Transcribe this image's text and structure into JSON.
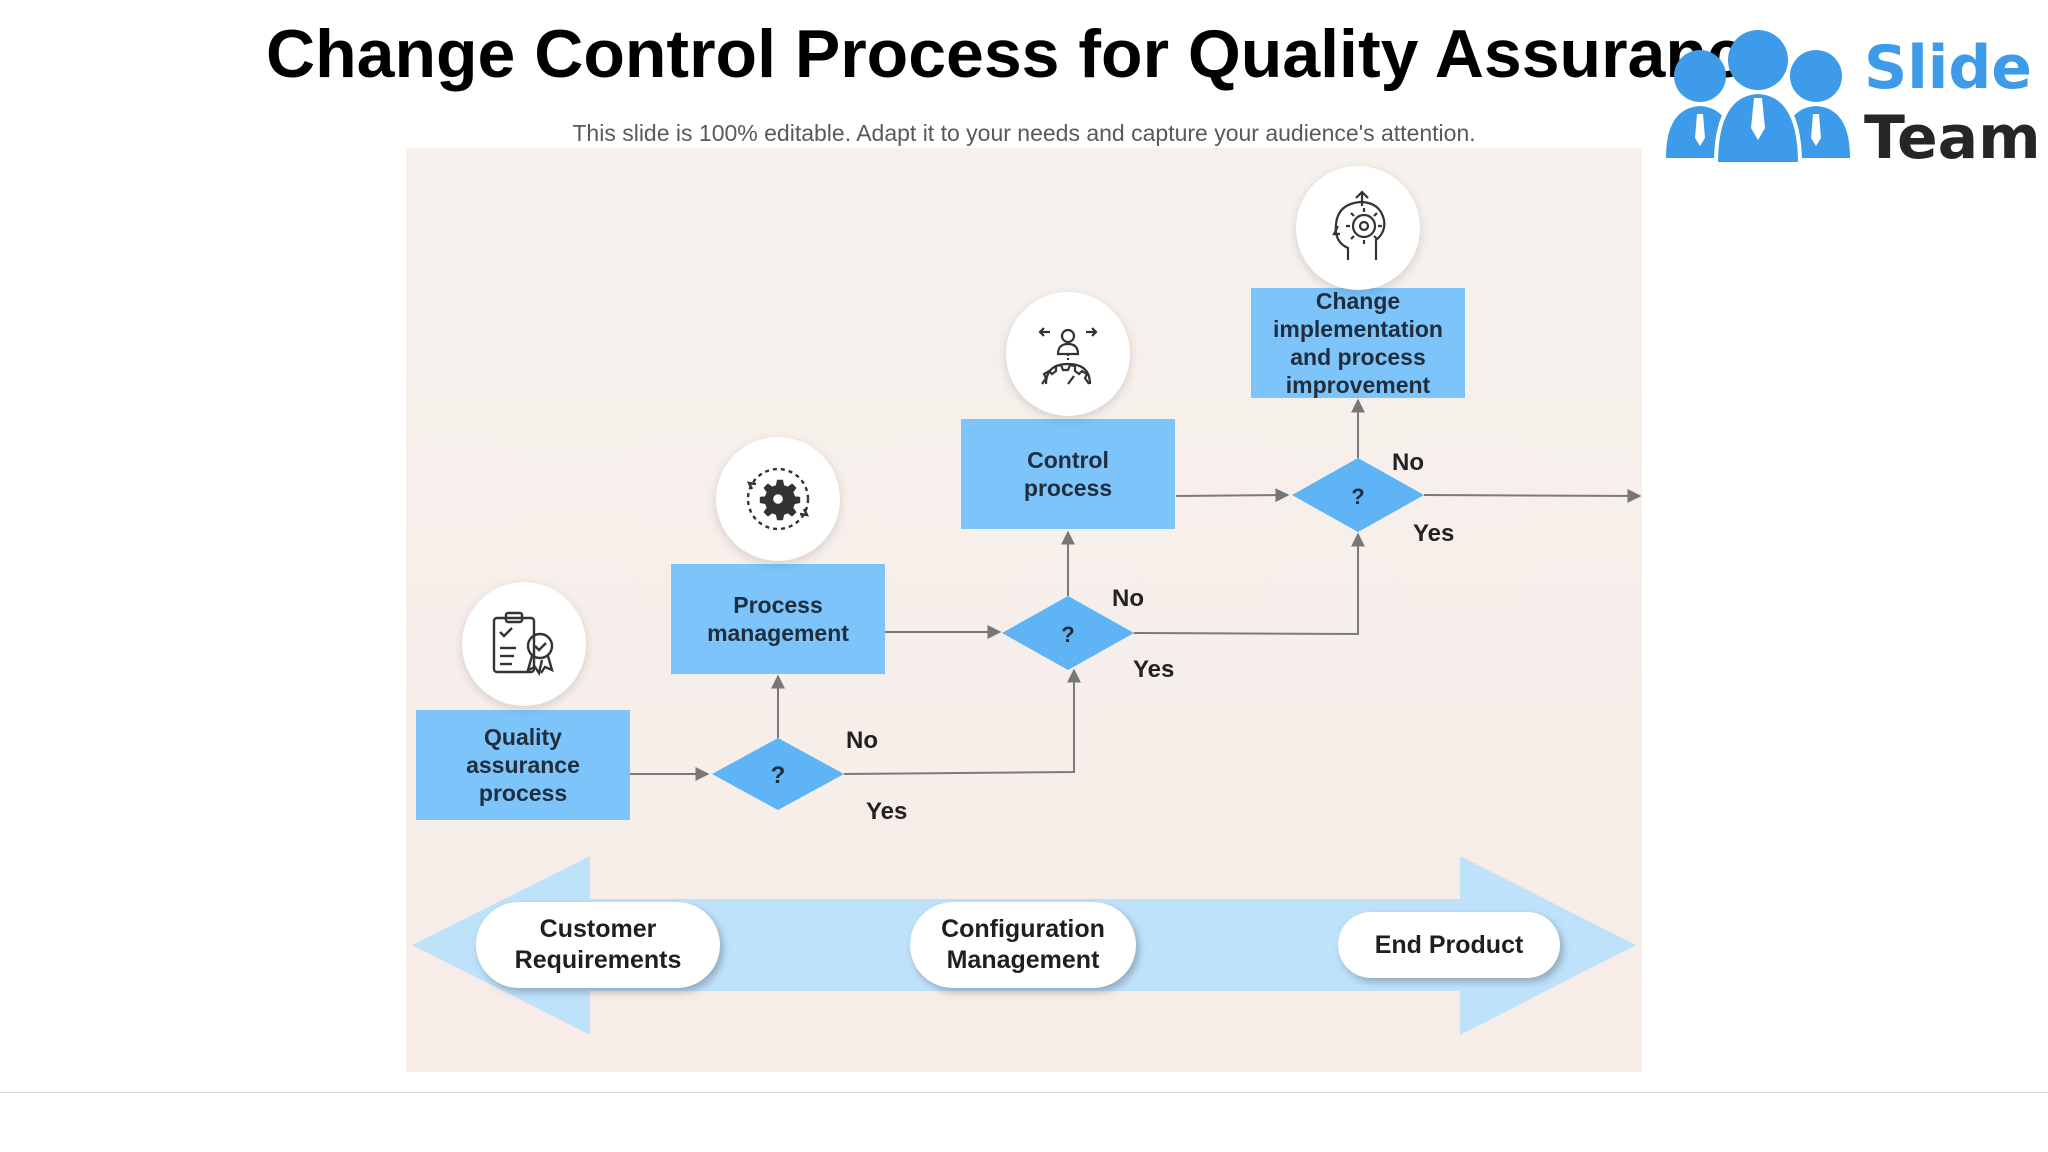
{
  "slide": {
    "title": "Change Control Process for Quality Assurance",
    "subtitle": "This slide is 100% editable. Adapt it to your needs and capture your audience's attention."
  },
  "logo": {
    "word1": "Slide",
    "word2": "Team",
    "color_primary": "#3d9be9",
    "color_text": "#262626"
  },
  "colors": {
    "box": "#7cc4fa",
    "diamond": "#5fb4f5",
    "banner": "#bfe2fb",
    "panel": "#f6f0ec"
  },
  "process_steps": [
    {
      "label": "Quality assurance process",
      "icon": "quality-badge-clipboard-icon"
    },
    {
      "label": "Process management",
      "icon": "gear-cycle-icon"
    },
    {
      "label": "Control process",
      "icon": "person-gear-arrows-icon"
    },
    {
      "label": "Change implementation and process improvement",
      "icon": "head-gear-arrow-icon"
    }
  ],
  "decisions": [
    {
      "symbol": "?",
      "no": "No",
      "yes": "Yes"
    },
    {
      "symbol": "?",
      "no": "No",
      "yes": "Yes"
    },
    {
      "symbol": "?",
      "no": "No",
      "yes": "Yes"
    }
  ],
  "banner": {
    "items": [
      "Customer Requirements",
      "Configuration Management",
      "End Product"
    ]
  }
}
